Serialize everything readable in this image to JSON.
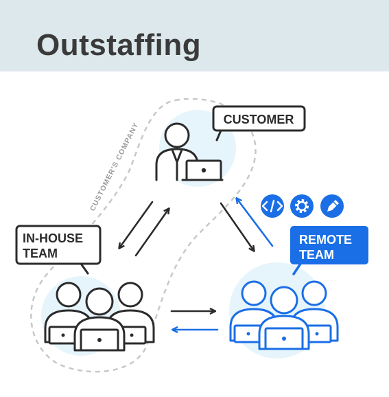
{
  "title": "Outstaffing",
  "company_label": "CUSTOMER'S COMPANY",
  "nodes": {
    "customer": {
      "label": "CUSTOMER"
    },
    "in_house": {
      "label_line1": "IN-HOUSE",
      "label_line2": "TEAM"
    },
    "remote": {
      "label_line1": "REMOTE",
      "label_line2": "TEAM"
    }
  },
  "tool_icons": [
    "code-icon",
    "gear-icon",
    "pencil-icon"
  ],
  "colors": {
    "dark": "#2b2b2b",
    "blue": "#1a6ee6",
    "circle": "#e6f5fb",
    "header": "#dde8ec",
    "dashed": "#c8c8c8"
  }
}
